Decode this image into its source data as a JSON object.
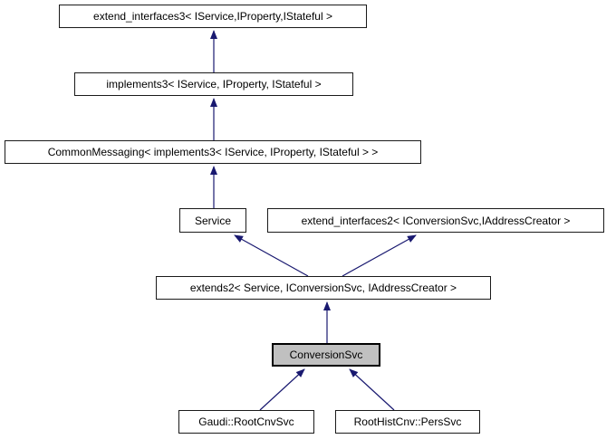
{
  "diagram": {
    "colors": {
      "edge": "#191970",
      "node_fill": "#ffffff",
      "node_border": "#1a1a1a",
      "highlight_fill": "#c0c0c0",
      "text": "#000000",
      "background": "#ffffff"
    },
    "nodes": {
      "extend_interfaces3": {
        "label": "extend_interfaces3< IService,IProperty,IStateful >"
      },
      "implements3": {
        "label": "implements3< IService, IProperty, IStateful >"
      },
      "common_messaging": {
        "label": "CommonMessaging< implements3< IService, IProperty, IStateful > >"
      },
      "service": {
        "label": "Service"
      },
      "extend_interfaces2": {
        "label": "extend_interfaces2< IConversionSvc,IAddressCreator >"
      },
      "extends2": {
        "label": "extends2< Service, IConversionSvc, IAddressCreator >"
      },
      "conversion_svc": {
        "label": "ConversionSvc",
        "highlighted": true
      },
      "root_cnv_svc": {
        "label": "Gaudi::RootCnvSvc"
      },
      "pers_svc": {
        "label": "RootHistCnv::PersSvc"
      }
    },
    "edges": [
      {
        "from": "implements3",
        "to": "extend_interfaces3"
      },
      {
        "from": "common_messaging",
        "to": "implements3"
      },
      {
        "from": "service",
        "to": "common_messaging"
      },
      {
        "from": "extends2",
        "to": "service"
      },
      {
        "from": "extends2",
        "to": "extend_interfaces2"
      },
      {
        "from": "conversion_svc",
        "to": "extends2"
      },
      {
        "from": "root_cnv_svc",
        "to": "conversion_svc"
      },
      {
        "from": "pers_svc",
        "to": "conversion_svc"
      }
    ]
  }
}
